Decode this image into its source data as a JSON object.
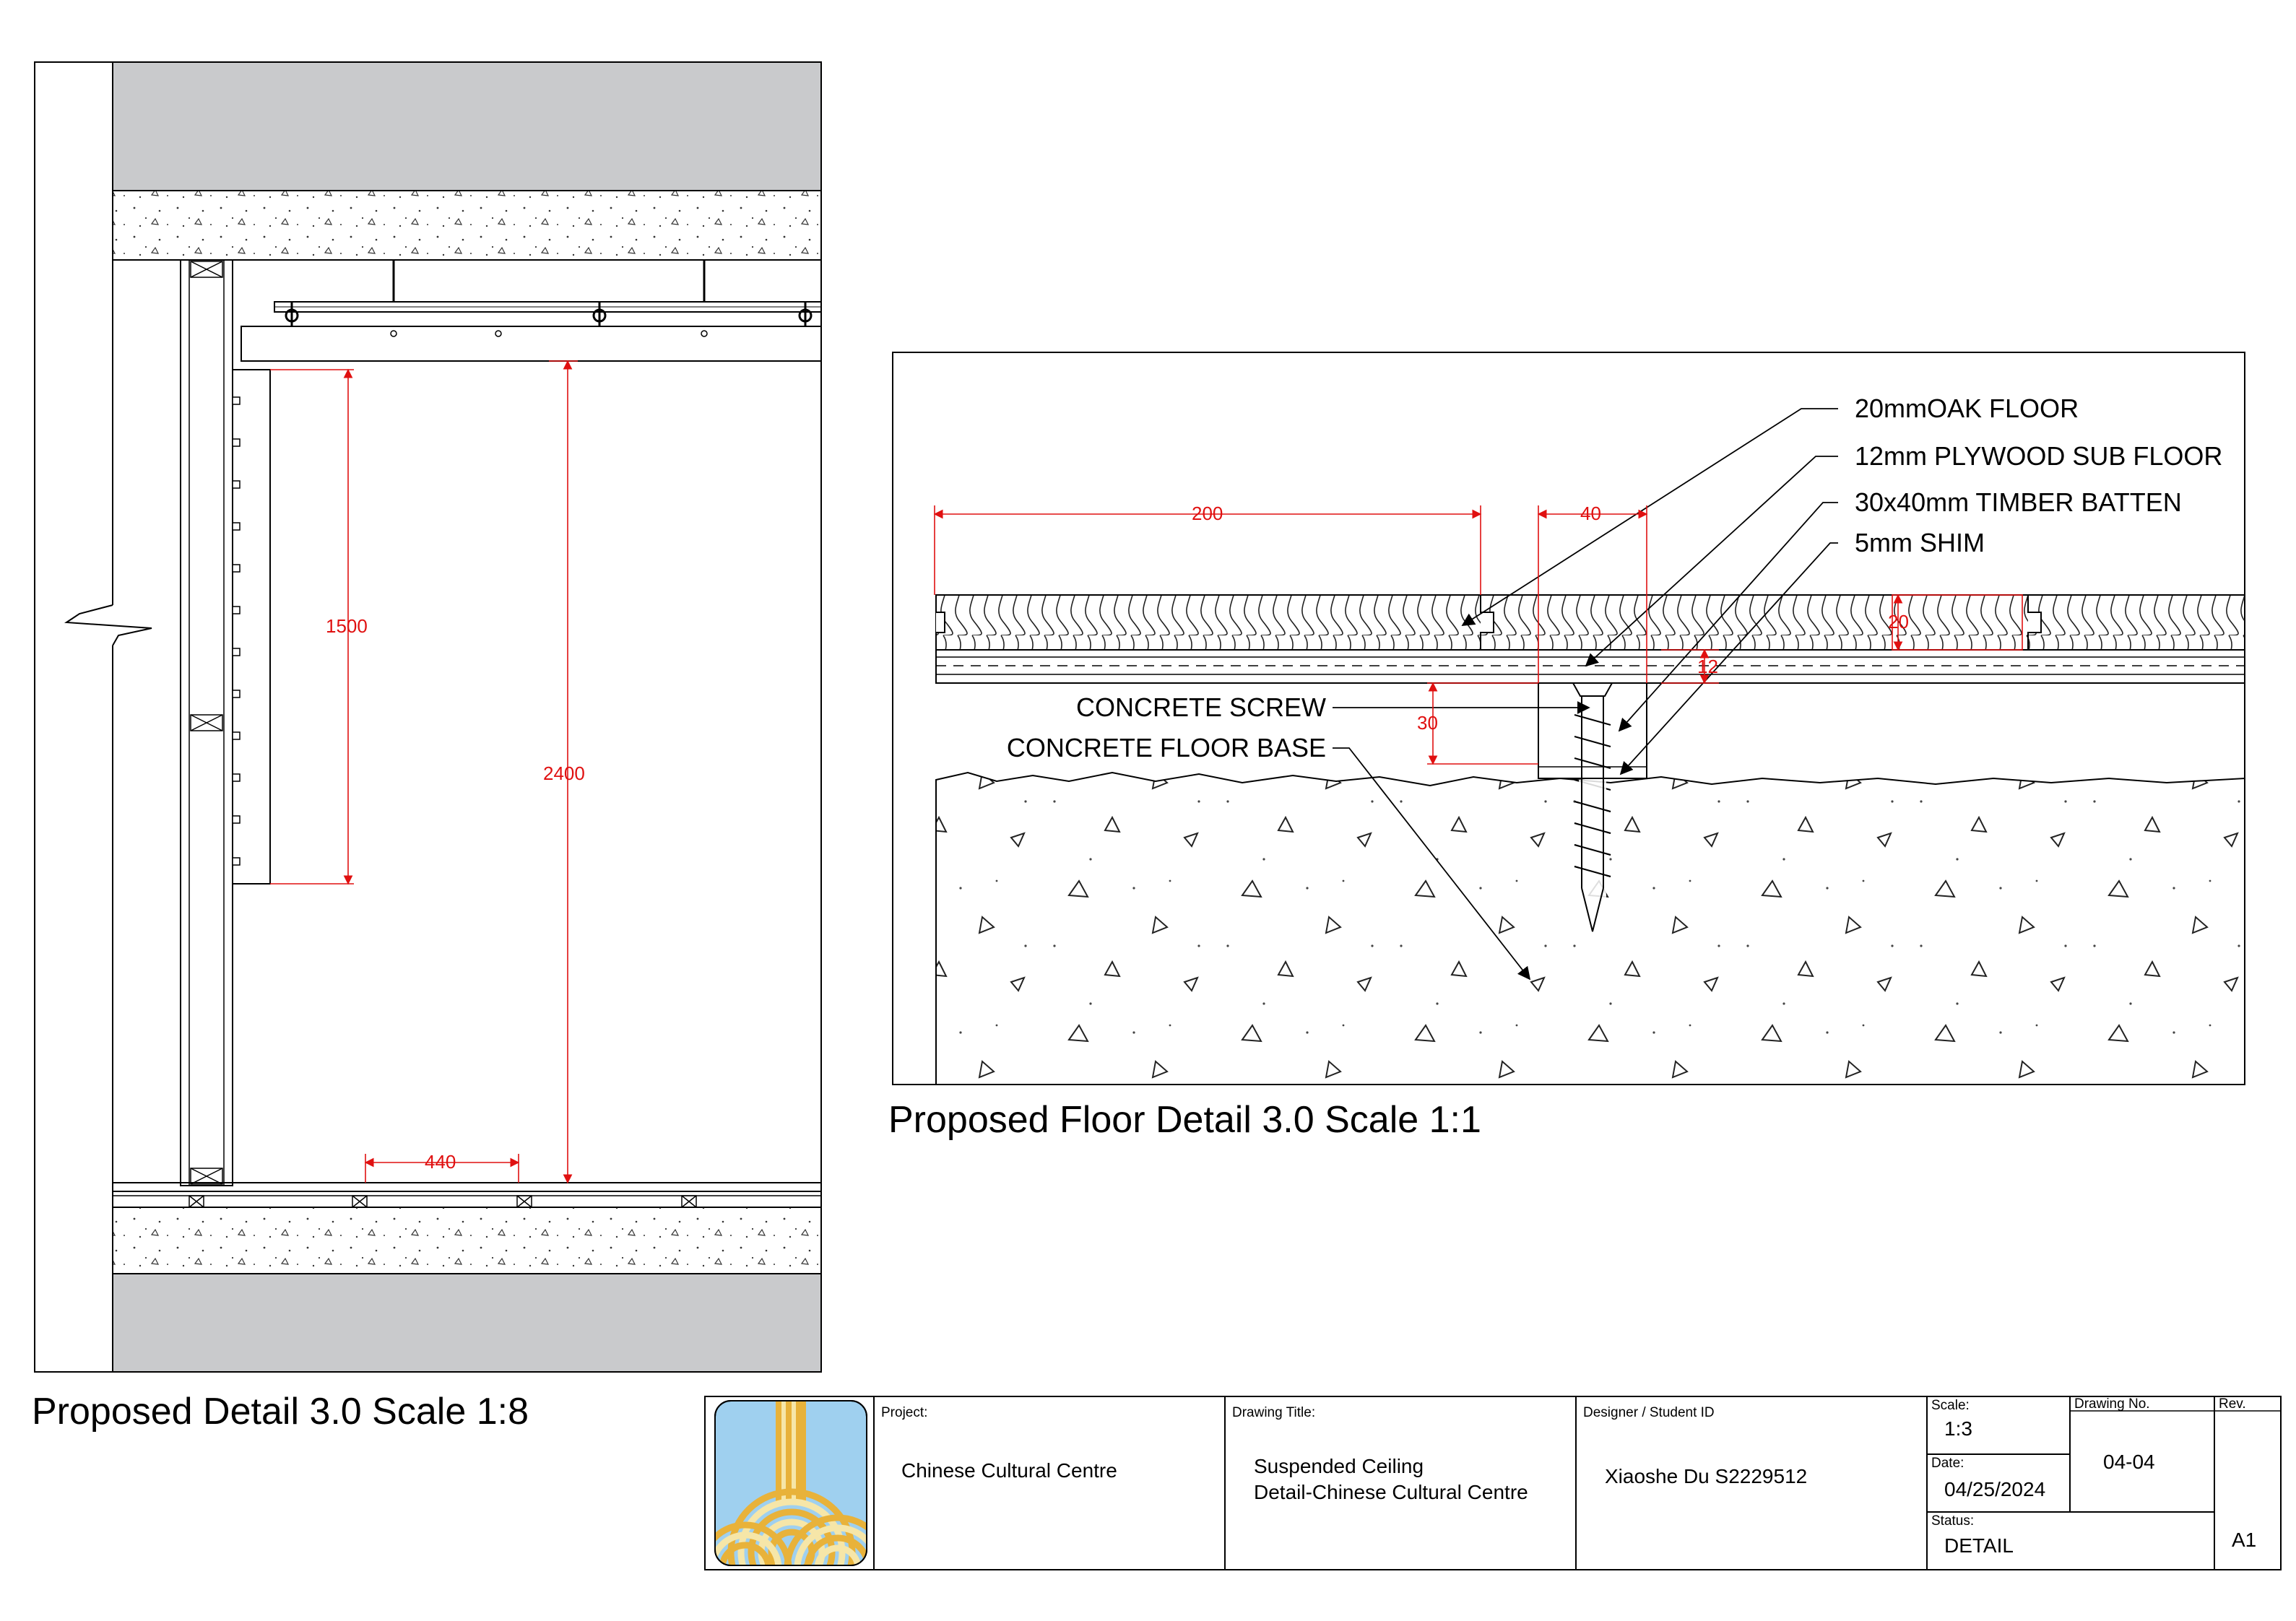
{
  "colors": {
    "line": "#000000",
    "dimension": "#e01010",
    "slab_grey": "#c9cacc",
    "logo_sky": "#9fd0ef",
    "logo_gold": "#e8b23a",
    "logo_cream": "#f6e6a8"
  },
  "left_detail": {
    "title": "Proposed Detail 3.0 Scale 1:8",
    "dims": {
      "d1500": "1500",
      "d2400": "2400",
      "d440": "440"
    }
  },
  "right_detail": {
    "title": "Proposed Floor Detail 3.0 Scale 1:1",
    "labels": {
      "oak": "20mmOAK FLOOR",
      "plywood": "12mm PLYWOOD SUB FLOOR",
      "batten": "30x40mm TIMBER BATTEN",
      "shim": "5mm SHIM",
      "screw": "CONCRETE SCREW",
      "base": "CONCRETE FLOOR BASE"
    },
    "dims": {
      "d200": "200",
      "d40": "40",
      "d20": "20",
      "d12": "12",
      "d30": "30"
    }
  },
  "title_block": {
    "logo_icon": "cultural-centre-logo-icon",
    "project_label": "Project:",
    "project": "Chinese Cultural Centre",
    "drawing_title_label": "Drawing Title:",
    "drawing_title_line1": "Suspended Ceiling",
    "drawing_title_line2": "Detail-Chinese Cultural Centre",
    "designer_label": "Designer  /  Student ID",
    "designer": "Xiaoshe Du S2229512",
    "scale_label": "Scale:",
    "scale": "1:3",
    "date_label": "Date:",
    "date": "04/25/2024",
    "status_label": "Status:",
    "status": "DETAIL",
    "drawing_no_label": "Drawing No.",
    "drawing_no": "04-04",
    "rev_label": "Rev.",
    "rev": "A1"
  }
}
